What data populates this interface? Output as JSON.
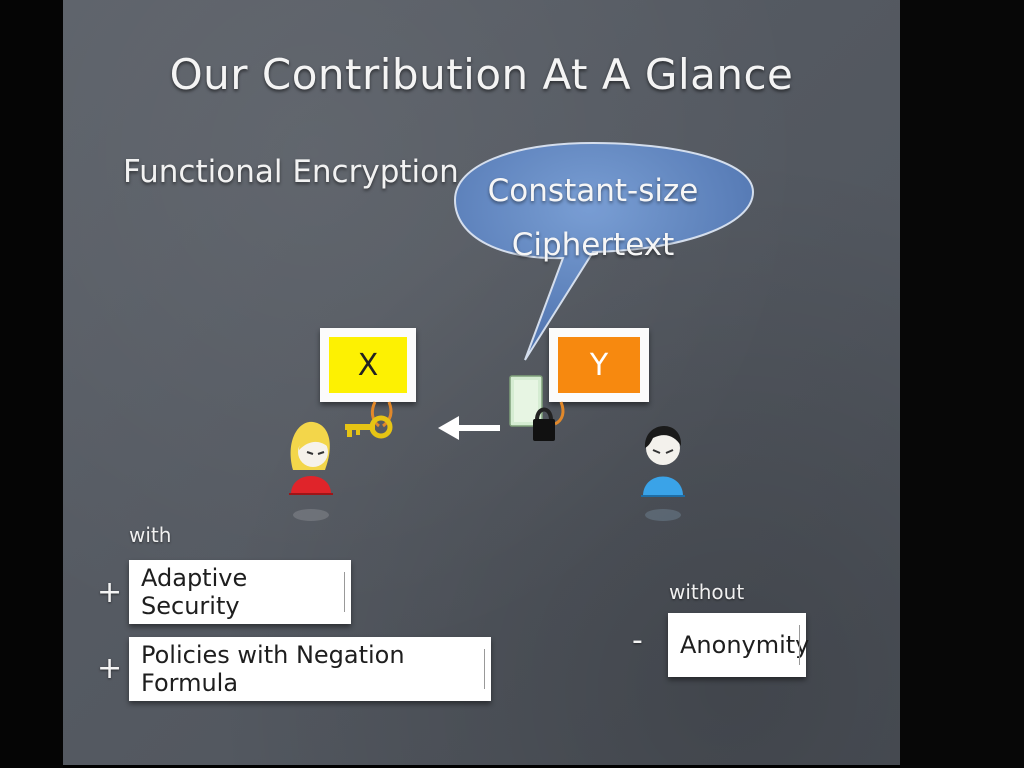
{
  "slide": {
    "title": "Our Contribution At A Glance",
    "subtitle": "Functional Encryption",
    "bubble": {
      "line1": "Constant-size",
      "line2": "Ciphertext"
    },
    "attributes": {
      "x_label": "X",
      "y_label": "Y"
    },
    "with_label": "with",
    "without_label": "without",
    "plus_sign": "+",
    "minus_sign": "-",
    "features_with": [
      "Adaptive Security",
      "Policies with Negation Formula"
    ],
    "features_without": [
      "Anonymity"
    ]
  },
  "colors": {
    "slide_background": "#555a62",
    "bubble_fill": "#5f86c4",
    "attr_x_fill": "#fdf102",
    "attr_y_fill": "#f7890f",
    "alice_dress": "#e0242a",
    "bob_shirt": "#3aa3e8"
  },
  "icons": {
    "key": "key-icon",
    "lock": "padlock-icon",
    "ciphertext": "ciphertext-document-icon",
    "arrow": "arrow-left-icon",
    "alice": "female-user-icon",
    "bob": "male-user-icon"
  }
}
